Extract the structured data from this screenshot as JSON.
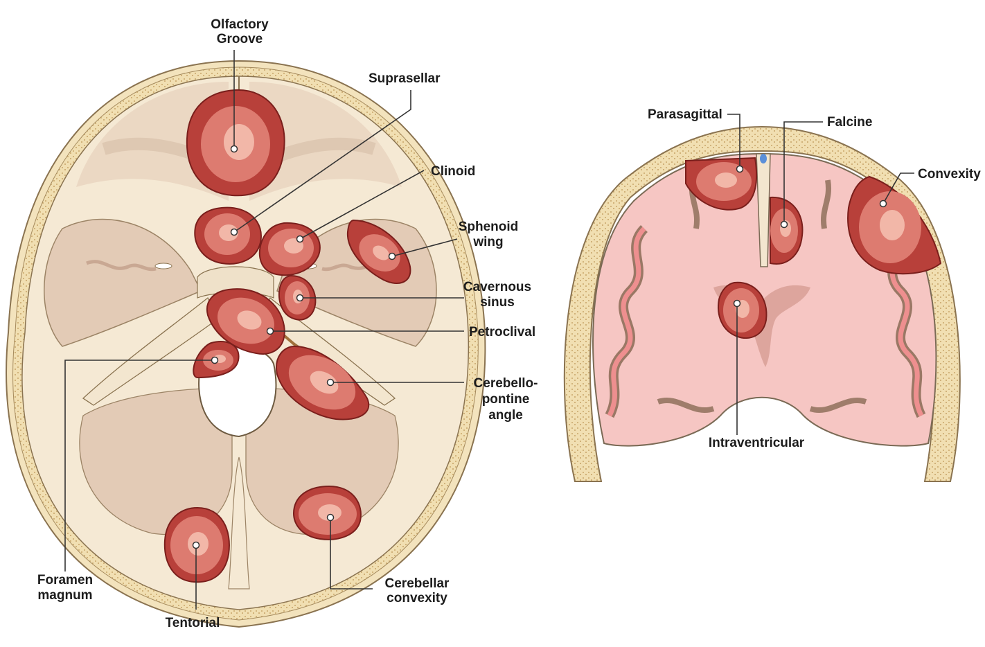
{
  "labels": {
    "olfactory_line1": "Olfactory",
    "olfactory_line2": "Groove",
    "suprasellar": "Suprasellar",
    "clinoid": "Clinoid",
    "sphenoid_line1": "Sphenoid",
    "sphenoid_line2": "wing",
    "cavernous_line1": "Cavernous",
    "cavernous_line2": "sinus",
    "petroclival": "Petroclival",
    "cpa_line1": "Cerebello-",
    "cpa_line2": "pontine",
    "cpa_line3": "angle",
    "foramen_line1": "Foramen",
    "foramen_line2": "magnum",
    "tentorial": "Tentorial",
    "cerebellar_line1": "Cerebellar",
    "cerebellar_line2": "convexity",
    "parasagittal": "Parasagittal",
    "falcine": "Falcine",
    "convexity": "Convexity",
    "intraventricular": "Intraventricular"
  },
  "colors": {
    "skull_bone": "#f3e6c4",
    "skull_inner": "#f5e9d4",
    "fossa": "#d9bfa8",
    "brain_pink": "#f6c6c3",
    "brain_cortex": "#ee8f8f",
    "tumor": "#b8403a"
  }
}
